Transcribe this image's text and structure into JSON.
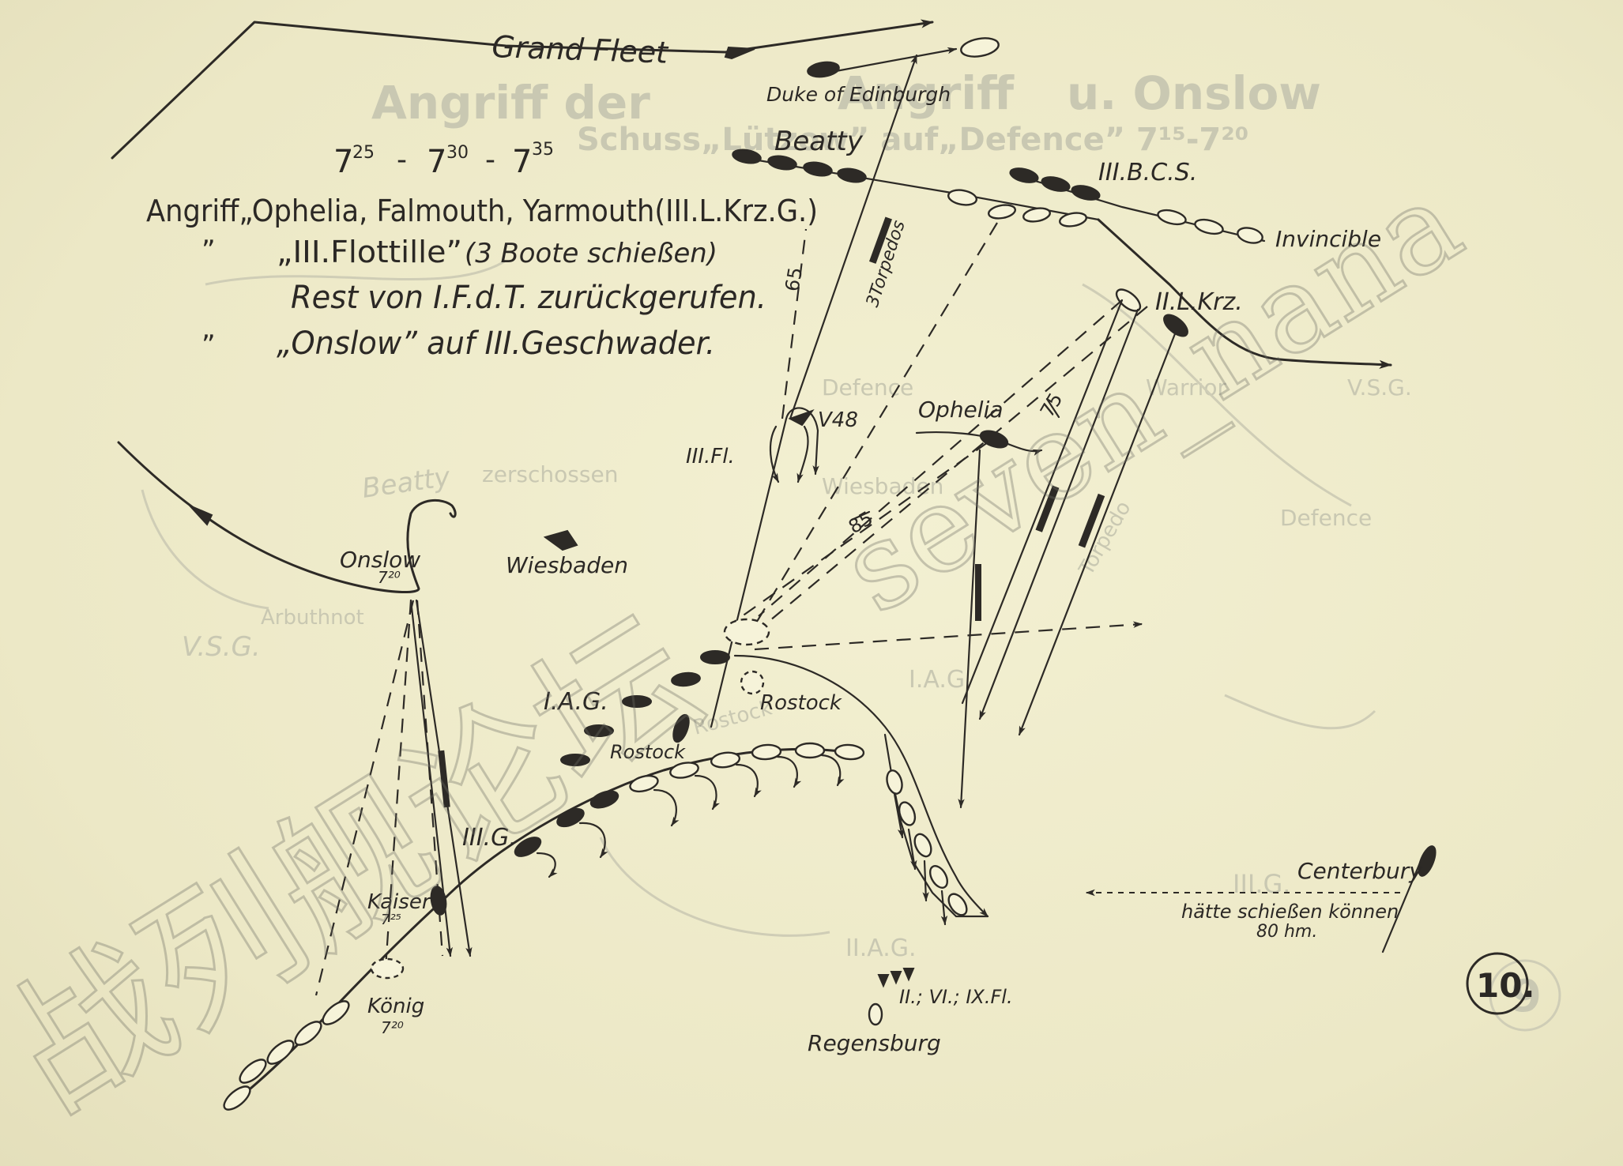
{
  "figure_number": "10.",
  "header": {
    "times": {
      "t1": {
        "base": "7",
        "sup": "25"
      },
      "t2": {
        "base": "7",
        "sup": "30"
      },
      "t3": {
        "base": "7",
        "sup": "35"
      },
      "sep": "-"
    },
    "legend_line1": "Angriff„Ophelia, Falmouth, Yarmouth(III.L.Krz.G.)",
    "legend_line2_mark": "”",
    "legend_line2": "„III.Flottille”",
    "legend_line2_note": "(3 Boote schießen)",
    "legend_line3": "Rest von I.F.d.T. zurückgerufen.",
    "legend_line4_mark": "”",
    "legend_line4": "„Onslow” auf III.Geschwader."
  },
  "labels": {
    "grand_fleet": "Grand Fleet",
    "duke": "Duke of Edinburgh",
    "beatty": "Beatty",
    "iii_bcs": "III.B.C.S.",
    "invincible": "Invincible",
    "ii_l_krz": "II.L.Krz.",
    "torpedos": "3Torpedos",
    "n65": "65",
    "v48": "V48",
    "iii_fl": "III.Fl.",
    "ophelia": "Ophelia",
    "n75": "75",
    "n85": "85",
    "onslow": "Onslow",
    "onslow_time": "7²⁰",
    "wiesbaden": "Wiesbaden",
    "iag": "I.A.G.",
    "rostock_1": "Rostock",
    "rostock_2": "Rostock",
    "iii_g": "III.G.",
    "kaiser": "Kaiser",
    "kaiser_time": "7²⁵",
    "koenig": "König",
    "koenig_time": "7²⁰",
    "regensburg": "Regensburg",
    "flotillas": "II.; VI.; IX.Fl.",
    "centerbury": "Centerbury",
    "centerbury_note1": "hätte schießen können",
    "centerbury_note2": "80 hm."
  },
  "bleed_through": {
    "title1": "Angriff der",
    "title2": "Angriff",
    "title3": "u. Onslow",
    "sub1": "Schuss„Lützow” auf„Defence” 7¹⁵-7²⁰",
    "w1": "Beatty",
    "w2": "zerschossen",
    "w3": "Wiesbaden",
    "w4": "Defence",
    "w5": "V.S.G.",
    "w6": "Torpedo",
    "w7": "I.A.G.",
    "w8": "V.S.G.",
    "w9": "Rostock",
    "w10": "III.G.",
    "w11": "II.A.G.",
    "w12": "Defence",
    "w13": "Warrior",
    "w14": "Arbuthnot",
    "w15": "9"
  },
  "watermark": {
    "text_cn": "战列舰论坛",
    "text_en": "seven_nana"
  },
  "colors": {
    "paper": "#efeccb",
    "ink": "#2d2a26",
    "ghost": "#c9c8b2"
  }
}
